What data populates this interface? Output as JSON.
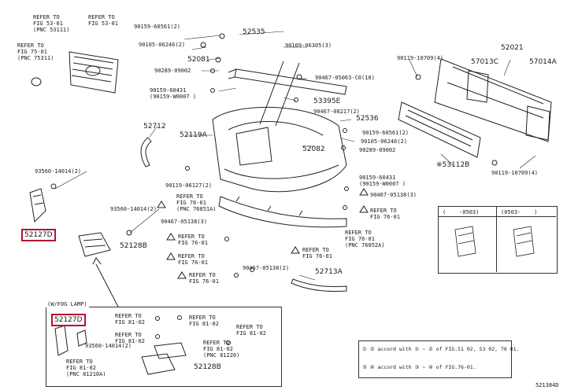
{
  "refs": {
    "fig53_01_top": "REFER TO\nFIG 53-01\n(PNC 53111)",
    "fig53_01_b": "REFER TO\nFIG 53-01",
    "fig75_01": "REFER TO\nFIG 75-01\n(PNC 75311)",
    "fig76_01_a": "REFER TO\nFIG 76-01\n(PNC 76851A)",
    "fig76_01_b": "REFER TO\nFIG 76-01",
    "fig76_01_c": "REFER TO\nFIG 76-01",
    "fig76_01_d": "REFER TO\nFIG 76-01",
    "fig76_01_e": "REFER TO\nFIG 76-01",
    "fig76_01_f": "REFER TO\nFIG 76-01\n(PNC 76852A)",
    "fig76_01_g": "REFER TO\nFIG 76-01",
    "fig81_02_a": "REFER TO\nFIG 81-02",
    "fig81_02_b": "REFER TO\nFIG 81-02",
    "fig81_02_c": "REFER TO\nFIG 81-02",
    "fig81_02_d": "REFER TO\nFIG 81-02",
    "fig81_02_e": "REFER TO\nFIG 81-02\n(PNC 81220)",
    "fig81_02_f": "REFER TO\nFIG 81-02\n(PNC 81210A)"
  },
  "parts": {
    "p90159_60561_top": "90159-60561(2)",
    "p52535": "52535",
    "p90105_06246_top": "90105-06246(2)",
    "p90109_06305": "90109-06305(3)",
    "p52081": "52081",
    "p90289_09002_top": "90289-09002",
    "p90467_05063": "90467-05063-C0(10)",
    "p90159_60431_top": "90159-60431\n(90159-W0007 )",
    "p53395e": "53395E",
    "p90467_08217": "90467-08217(2)",
    "p52536": "52536",
    "p52712": "52712",
    "p52119a": "52119A",
    "p90159_60561_b": "90159-60561(2)",
    "p90105_06246_b": "90105-06246(2)",
    "p52082": "52082",
    "p90289_09002_b": "90289-09002",
    "p93560_14014_top": "93560-14014(2)",
    "p90159_60431_b": "90159-60431\n(90159-W0007 )",
    "p90467_05138_b": "90467-05138(3)",
    "p90119_06127": "90119-06127(2)",
    "p93560_14014_mid": "93560-14014(2)",
    "p90467_05138_a": "90467-05138(3)",
    "p52127d": "52127D",
    "p52128b": "52128B",
    "p90467_05138_c": "90467-05138(2)",
    "p52713a": "52713A",
    "p90119_10709_a": "90119-10709(4)",
    "p52021": "52021",
    "p57013c": "57013C",
    "p57014a": "57014A",
    "p53112b": "※53112B",
    "p90119_10709_b": "90119-10709(4)",
    "p52127d_b": "52127D",
    "p93560_14014_b": "93560-14014(2)",
    "p52128b_b": "52128B"
  },
  "fog": {
    "title": "(W/FOG LAMP)"
  },
  "inset": {
    "col1": "(    -0503)",
    "col2": "(0503-    )"
  },
  "legend": {
    "line1": "① ② accord with ① ~ ② of FIG.51 02, 53 02, 76 01.",
    "line2": "③ ④ accord with ③ ~ ④ of FIG.76-01."
  },
  "footer": {
    "code": "521384D"
  },
  "colors": {
    "highlight": "#b3122e",
    "ink": "#1a1a1a"
  }
}
